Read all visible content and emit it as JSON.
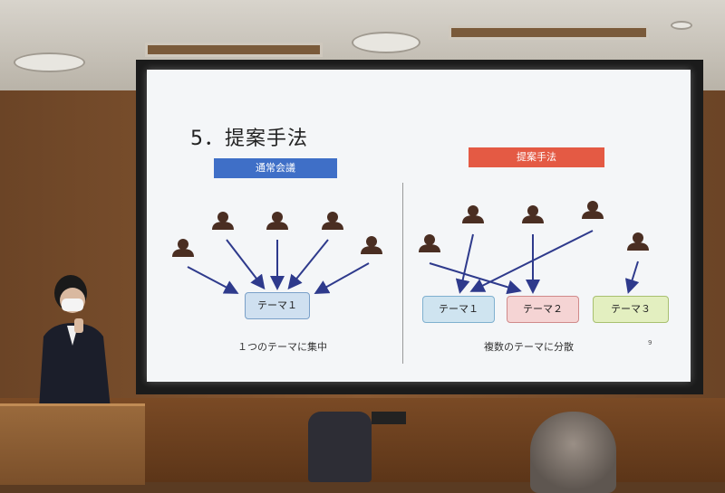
{
  "slide": {
    "title": "5．提案手法",
    "left_tag": "通常会議",
    "right_tag": "提案手法",
    "left_theme": "テーマ１",
    "right_themes": [
      "テーマ１",
      "テーマ２",
      "テーマ３"
    ],
    "left_caption": "１つのテーマに集中",
    "right_caption": "複数のテーマに分散",
    "page_number": "9"
  },
  "colors": {
    "left_tag": "#3f6fc7",
    "right_tag": "#e45a44",
    "arrow": "#2e3a8c"
  }
}
